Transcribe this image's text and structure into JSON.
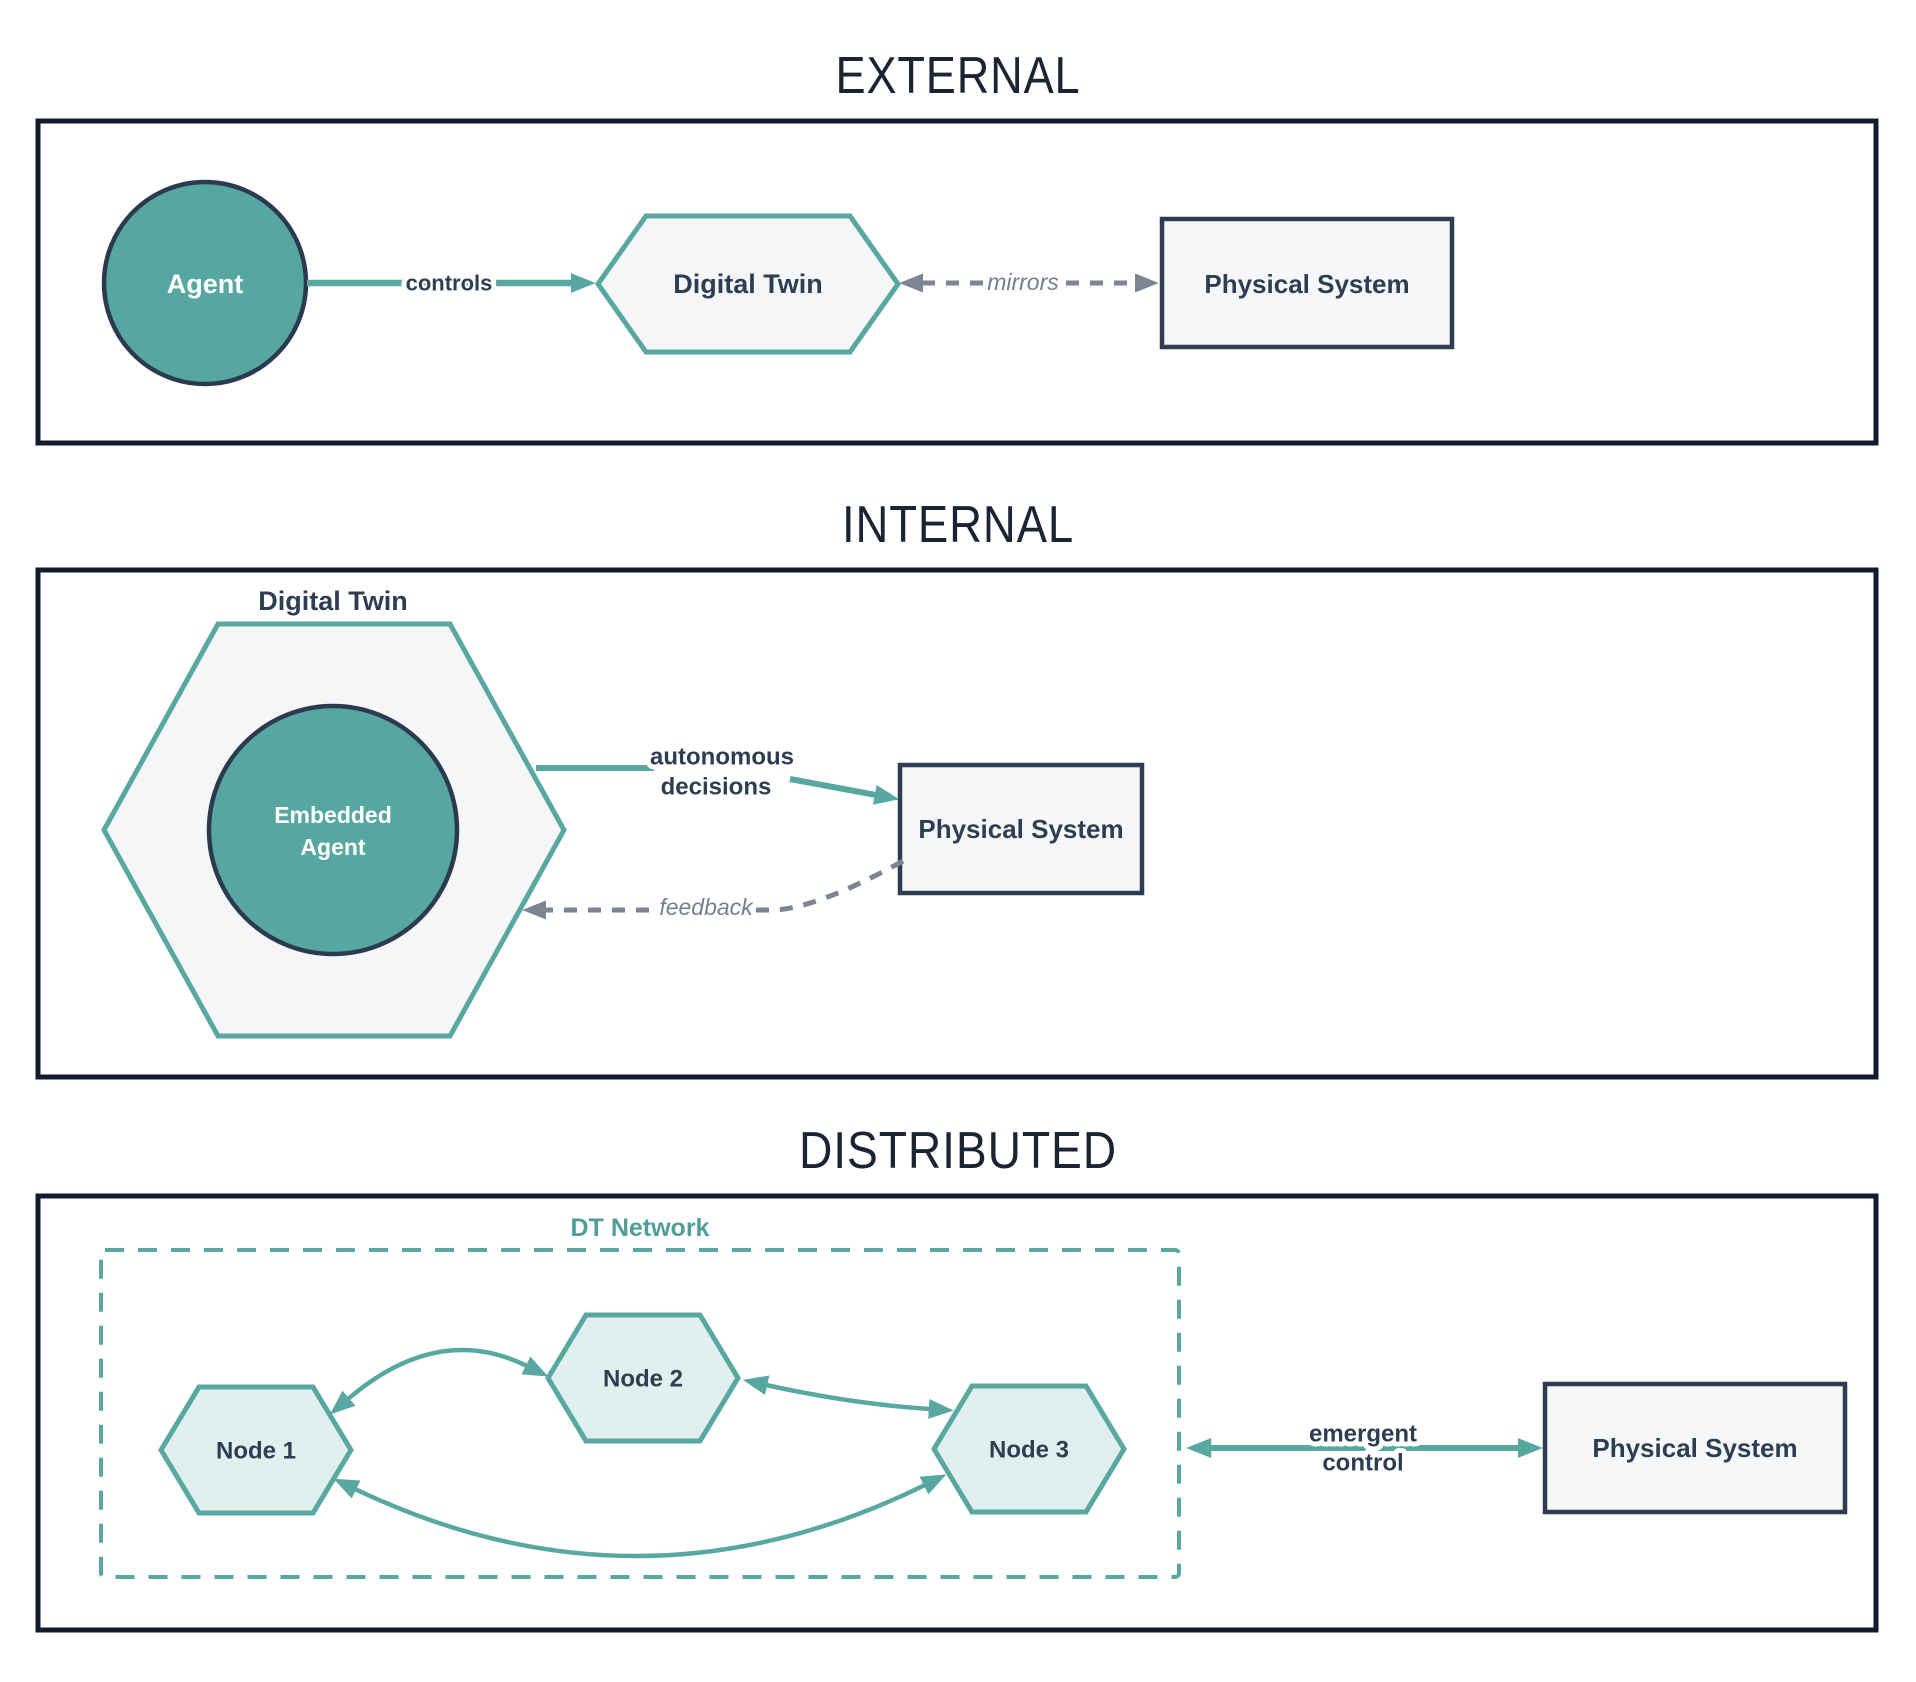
{
  "colors": {
    "teal": "#58a8a1",
    "teal_fill": "#57a7a1",
    "node_fill": "#e1f0ee",
    "shape_fill": "#f6f7f8",
    "navy_text": "#2d3e52",
    "outer_border": "#131c2e",
    "gray_dash": "#7b8594",
    "gray_text": "#76808d",
    "dt_network_text": "#4f9e98",
    "title_text": "#1a2433",
    "white_text": "#ffffff"
  },
  "external": {
    "title": "EXTERNAL",
    "agent_label": "Agent",
    "controls_label": "controls",
    "digital_twin_label": "Digital Twin",
    "mirrors_label": "mirrors",
    "physical_system_label": "Physical System"
  },
  "internal": {
    "title": "INTERNAL",
    "digital_twin_label": "Digital Twin",
    "embedded_agent_line1": "Embedded",
    "embedded_agent_line2": "Agent",
    "autonomous_line1": "autonomous",
    "autonomous_line2": "decisions",
    "feedback_label": "feedback",
    "physical_system_label": "Physical System"
  },
  "distributed": {
    "title": "DISTRIBUTED",
    "dt_network_label": "DT Network",
    "node1_label": "Node 1",
    "node2_label": "Node 2",
    "node3_label": "Node 3",
    "emergent_line1": "emergent",
    "emergent_line2": "control",
    "physical_system_label": "Physical System"
  }
}
